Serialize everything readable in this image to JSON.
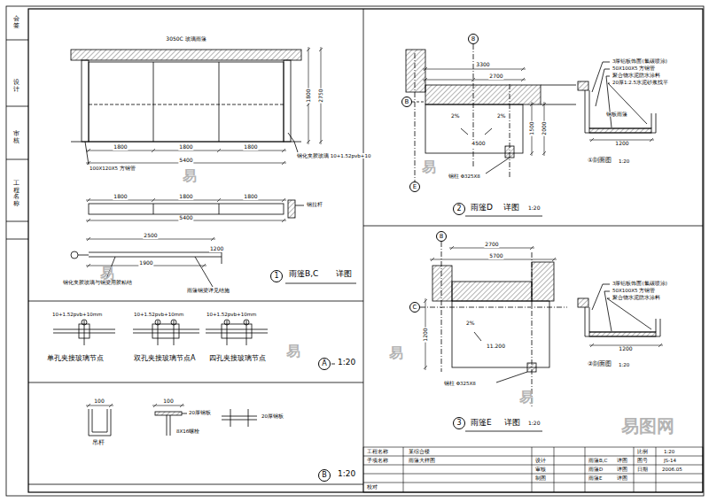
{
  "diagram": {
    "nodes": [
      {
        "text": [
          "1"
        ]
      },
      {
        "text": [
          "A"
        ]
      },
      {
        "text": [
          "B"
        ]
      },
      {
        "text": [
          "2"
        ]
      },
      {
        "text": [
          "3"
        ]
      },
      {
        "text": [
          "B"
        ]
      },
      {
        "text": [
          "E"
        ]
      },
      {
        "text": [
          "8"
        ]
      },
      {
        "text": [
          "C"
        ]
      },
      {
        "text": [
          "8"
        ]
      }
    ],
    "labels": [
      "3050C 玻璃雨篷",
      "1800",
      "1800",
      "1800",
      "5400",
      "1800",
      "2750",
      "钢化夹胶玻璃 10+1.52pvb+10",
      "100X120X5 方钢管",
      "1800",
      "1800",
      "1800",
      "5400",
      "钢拉杆",
      "2500",
      "1900",
      "1200",
      "钢化夹胶玻璃与钢梁用胶粘结",
      "雨篷钢梁详见结施",
      "雨篷B,C",
      "详图",
      "10+1.52pvb+10mm",
      "10+1.52pvb+10mm",
      "10+1.52pvb+10mm",
      "单孔夹接玻璃节点",
      "双孔夹接玻璃节点A",
      "四孔夹接玻璃节点",
      "1:20",
      "100",
      "100",
      "吊杆",
      "20厚钢板",
      "8X16螺栓",
      "20厚钢板",
      "1:20",
      "3300",
      "2700",
      "1500",
      "2000",
      "2%",
      "2%",
      "4500",
      "钢柱 Φ325X8",
      "雨篷D",
      "详图",
      "1:20",
      "3厚铝板饰面(氟碳喷涂)",
      "50X100X5 方钢管",
      "聚合物水泥防水涂料",
      "20厚1:2.5水泥砂浆找平",
      "1200",
      "钢板雨篷",
      "①剖面图",
      "1:20",
      "2700",
      "5700",
      "1200",
      "2%",
      "11.200",
      "钢柱 Φ325X8",
      "雨篷E",
      "详图",
      "1:20",
      "3厚铝板饰面(氟碳喷涂)",
      "50X100X5 方钢管",
      "聚合物水泥防水涂料",
      "1200",
      "②剖面图",
      "1:20",
      "工程名称",
      "子项名称",
      "某综合楼",
      "雨篷大样图",
      "雨篷B,C",
      "详图",
      "雨篷D",
      "详图",
      "雨篷E",
      "详图",
      "比例",
      "1:20",
      "图号",
      "JS-14",
      "日期",
      "2006.05",
      "设计",
      "审核",
      "制图",
      "校对",
      "易",
      "易",
      "易",
      "易",
      "易",
      "易",
      "易图网",
      "会签",
      "设计",
      "审核",
      "工程名称"
    ]
  }
}
